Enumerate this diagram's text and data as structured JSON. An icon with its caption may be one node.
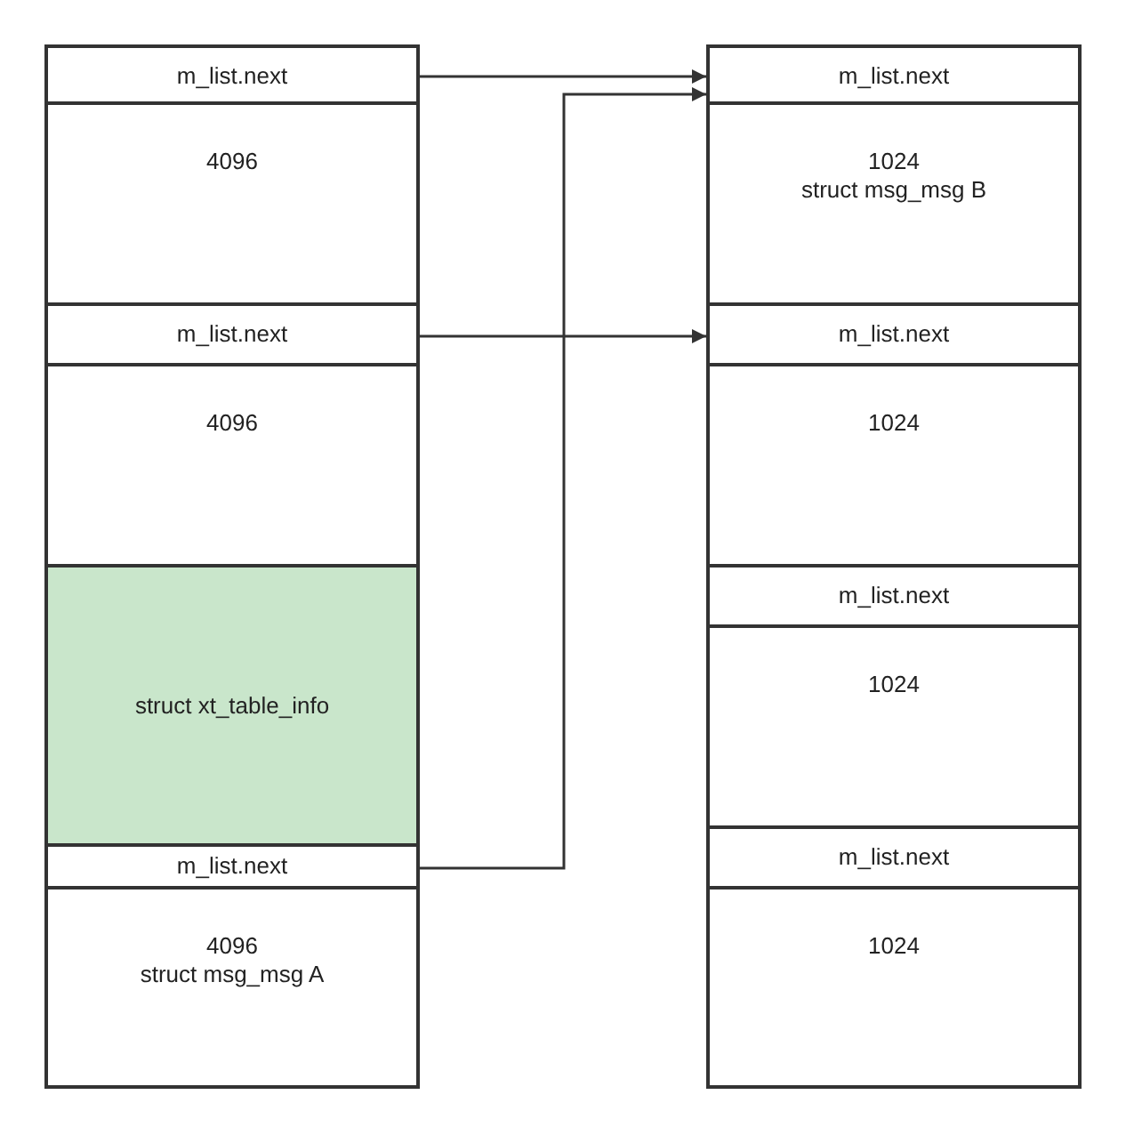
{
  "diagram": {
    "nodes": [
      {
        "text": [
          "m_list.next"
        ]
      },
      {
        "text": [
          "4096"
        ]
      },
      {
        "text": [
          "m_list.next"
        ]
      },
      {
        "text": [
          "4096"
        ]
      },
      {
        "text": [
          "struct xt_table_info"
        ]
      },
      {
        "text": [
          "m_list.next"
        ]
      },
      {
        "text": [
          "4096",
          "struct msg_msg A"
        ]
      },
      {
        "text": [
          "m_list.next"
        ]
      },
      {
        "text": [
          "1024",
          "struct msg_msg B"
        ]
      },
      {
        "text": [
          "m_list.next"
        ]
      },
      {
        "text": [
          "1024"
        ]
      },
      {
        "text": [
          "m_list.next"
        ]
      },
      {
        "text": [
          "1024"
        ]
      },
      {
        "text": [
          "m_list.next"
        ]
      },
      {
        "text": [
          "1024"
        ]
      }
    ],
    "edges": [
      {
        "from": 0,
        "to": 7,
        "arrow": "to"
      },
      {
        "from": 2,
        "to": 9,
        "arrow": "to"
      },
      {
        "from": 5,
        "to": 7,
        "arrow": "to"
      }
    ]
  }
}
